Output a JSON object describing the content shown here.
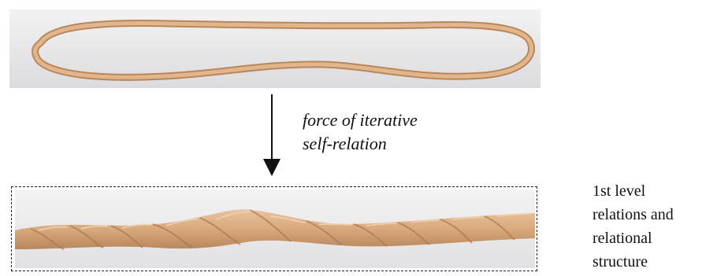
{
  "labels": {
    "force_line1": "force of iterative",
    "force_line2": "self-relation",
    "level_line1": "1st level",
    "level_line2": "relations and",
    "level_line3": "relational",
    "level_line4": "structure"
  },
  "colors": {
    "band": "#d6a77a",
    "band_shadow": "#b8875c",
    "photo_bg": "#e9e9ea",
    "arrow": "#111111"
  }
}
